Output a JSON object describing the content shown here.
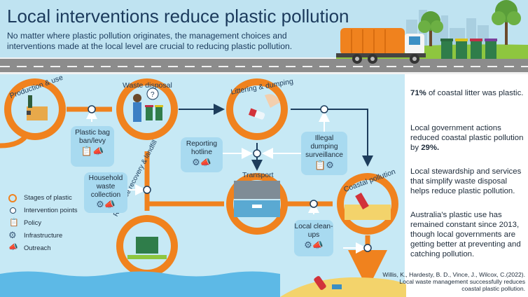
{
  "header": {
    "title": "Local interventions reduce plastic pollution",
    "subtitle": "No matter where plastic pollution originates, the management choices and interventions made at the local level are crucial to reducing plastic pollution."
  },
  "stages": {
    "production": "Production & use",
    "waste": "Waste disposal",
    "littering": "Littering & dumping",
    "transport": "Transport",
    "coastal": "Coastal pollution",
    "resource": "Resource recovery & landfill"
  },
  "interventions": {
    "bag_ban": "Plastic bag ban/levy",
    "reporting": "Reporting hotline",
    "illegal": "Illegal dumping surveillance",
    "household": "Household waste collection",
    "cleanups": "Local clean-ups"
  },
  "legend": {
    "stages": "Stages of plastic",
    "points": "Intervention points",
    "policy": "Policy",
    "infrastructure": "Infrastructure",
    "outreach": "Outreach"
  },
  "facts": {
    "f1_bold": "71%",
    "f1_rest": " of coastal litter was plastic.",
    "f2_pre": "Local government actions reduced coastal plastic pollution by ",
    "f2_bold": "29%.",
    "f3": "Local stewardship and services that simplify waste disposal helps reduce plastic pollution.",
    "f4": "Australia's plastic use has remained constant since 2013, though local governments are getting better at preventing and catching pollution."
  },
  "citation": {
    "line1": "Willis, K., Hardesty, B. D., Vince, J., Wilcox, C.(2022).",
    "line2": "Local waste management successfully reduces coastal plastic pollution."
  },
  "colors": {
    "orange": "#f0821e",
    "navy": "#1d3d5c",
    "bubble": "#a8daf0",
    "green": "#1fa088"
  },
  "icons": [
    "clipboard-icon",
    "gear-icon",
    "megaphone-icon"
  ]
}
